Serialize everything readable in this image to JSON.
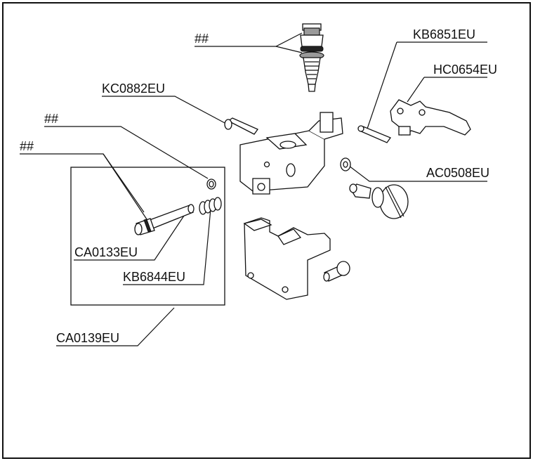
{
  "labels": {
    "top_part": "##",
    "kb6851": "KB6851EU",
    "hc0654": "HC0654EU",
    "kc0882": "KC0882EU",
    "ring": "##",
    "shaft": "##",
    "ac0508": "AC0508EU",
    "ca0133": "CA0133EU",
    "kb6844": "KB6844EU",
    "ca0139": "CA0139EU"
  }
}
